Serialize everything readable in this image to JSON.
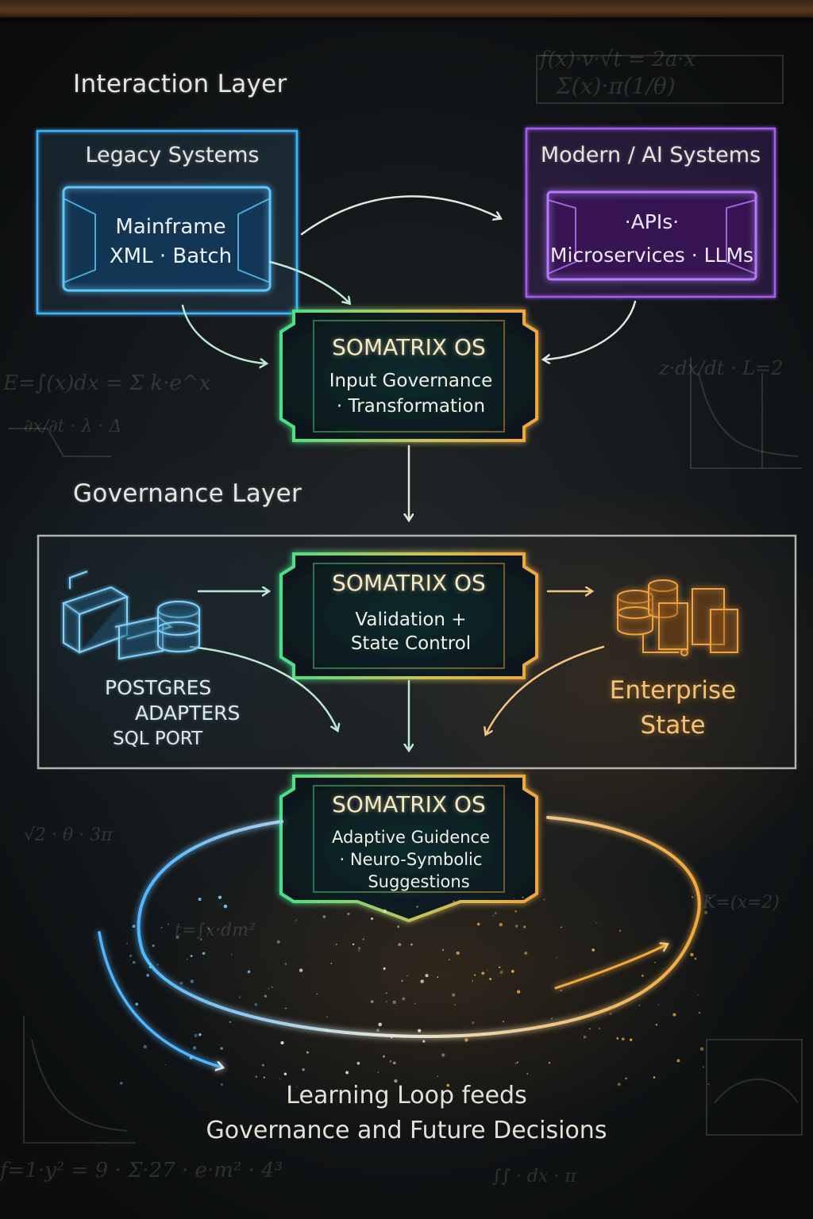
{
  "layers": {
    "interaction_title": "Interaction Layer",
    "governance_title": "Governance Layer"
  },
  "legacy": {
    "title": "Legacy Systems",
    "line1": "Mainframe",
    "line2": "XML · Batch"
  },
  "modern": {
    "title": "Modern / AI Systems",
    "line1": "·APIs·",
    "line2": "Microservices · LLMs"
  },
  "os_nodes": [
    {
      "title": "SOMATRIX OS",
      "line1": "Input Governance",
      "line2": "· Transformation",
      "line3": ""
    },
    {
      "title": "SOMATRIX OS",
      "line1": "Validation +",
      "line2": "State Control",
      "line3": ""
    },
    {
      "title": "SOMATRIX OS",
      "line1": "Adaptive Guidence",
      "line2": "· Neuro-Symbolic",
      "line3": "Suggestions"
    }
  ],
  "postgres": {
    "line1": "POSTGRES",
    "line2": "ADAPTERS",
    "line3": "SQL PORT"
  },
  "enterprise": {
    "line1": "Enterprise",
    "line2": "State"
  },
  "footer": {
    "line1": "Learning Loop feeds",
    "line2": "Governance and Future Decisions"
  },
  "colors": {
    "legacy_blue": "#3fb4ff",
    "modern_purple": "#a45cf0",
    "os_green": "#46e08a",
    "os_orange": "#f0a640",
    "enterprise_orange": "#f1a23e",
    "chalk": "#e6e6e0"
  },
  "icons": [
    "database-blocks-icon",
    "enterprise-servers-icon",
    "database-cylinder-icon"
  ]
}
